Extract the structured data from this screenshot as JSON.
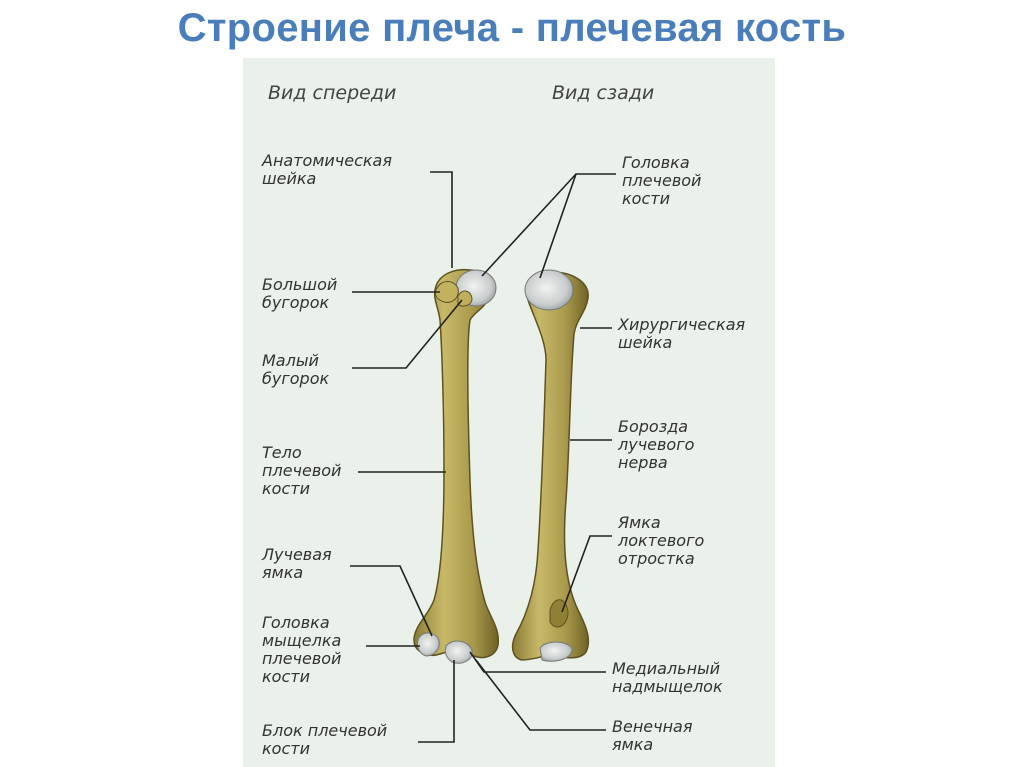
{
  "title": "Строение плеча - плечевая кость",
  "views": {
    "front": "Вид спереди",
    "back": "Вид сзади"
  },
  "labels_left": {
    "anatomical_neck": "Анатомическая\nшейка",
    "greater_tubercle": "Большой\nбугорок",
    "lesser_tubercle": "Малый\nбугорок",
    "body": "Тело\nплечевой\nкости",
    "radial_fossa": "Лучевая\nямка",
    "capitulum": "Головка\nмыщелка\nплечевой\nкости",
    "trochlea": "Блок плечевой\nкости"
  },
  "labels_right": {
    "head": "Головка\nплечевой\nкости",
    "surgical_neck": "Хирургическая\nшейка",
    "radial_groove": "Борозда\nлучевого\nнерва",
    "olecranon_fossa": "Ямка\nлоктевого\nотростка",
    "medial_epicondyle": "Медиальный\nнадмыщелок",
    "coronoid_fossa": "Венечная\nямка"
  },
  "colors": {
    "title": "#4a7ebb",
    "panel": "#e9f1ea",
    "bone": "#b7a85a",
    "bone_shadow": "#7d6f2c",
    "cartilage": "#d4d8d8",
    "line": "#222222"
  }
}
